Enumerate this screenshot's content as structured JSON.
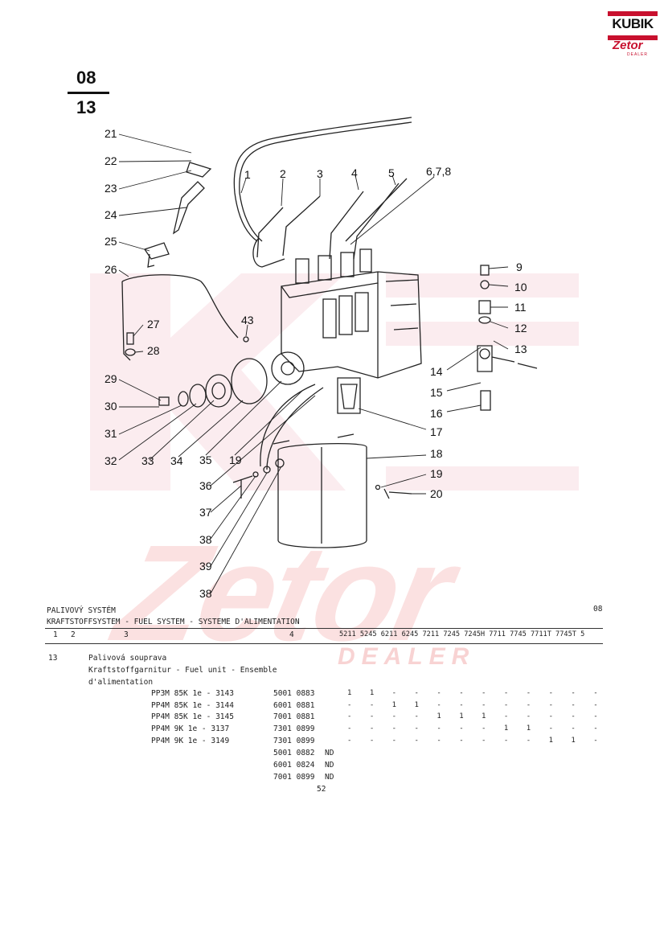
{
  "brand": {
    "name": "KUBIK",
    "sub": "Zetor",
    "tag": "DEALER",
    "color_primary": "#c8102e"
  },
  "section": {
    "top": "08",
    "bottom": "13"
  },
  "watermark": {
    "text": "Zetor",
    "sub": "DEALER",
    "color": "#f5c9c9"
  },
  "callouts": [
    "21",
    "22",
    "23",
    "24",
    "25",
    "26",
    "27",
    "28",
    "29",
    "30",
    "31",
    "32",
    "33",
    "34",
    "35",
    "19",
    "36",
    "37",
    "38",
    "39",
    "38",
    "43",
    "1",
    "2",
    "3",
    "4",
    "5",
    "6,7,8",
    "9",
    "10",
    "11",
    "12",
    "13",
    "14",
    "15",
    "16",
    "17",
    "18",
    "19",
    "20"
  ],
  "table": {
    "title_cz": "PALIVOVÝ SYSTÉM",
    "title_multi": "KRAFTSTOFFSYSTEM - FUEL SYSTEM - SYSTEME D'ALIMENTATION",
    "section_ref": "08",
    "col_1": "1",
    "col_2": "2",
    "col_3": "3",
    "col_4": "4",
    "col_models": "5211 5245 6211 6245 7211 7245 7245H 7711 7745 7711T 7745T 5",
    "item_no": "13",
    "desc_cz": "Palivová souprava",
    "desc_multi": "Kraftstoffgarnitur - Fuel unit - Ensemble",
    "desc_multi2": "d'alimentation",
    "rows": [
      {
        "type": "PP3M 85K 1e - 3143",
        "part": "5001 0883",
        "nd": "",
        "qty": "1    1    -    -    -    -    -    -    -    -    -    -"
      },
      {
        "type": "PP4M 85K 1e - 3144",
        "part": "6001 0881",
        "nd": "",
        "qty": "-    -    1    1    -    -    -    -    -    -    -    -"
      },
      {
        "type": "PP4M 85K 1e - 3145",
        "part": "7001 0881",
        "nd": "",
        "qty": "-    -    -    -    1    1    1    -    -    -    -    -"
      },
      {
        "type": "PP4M 9K 1e - 3137",
        "part": "7301 0899",
        "nd": "",
        "qty": "-    -    -    -    -    -    -    1    1    -    -    -"
      },
      {
        "type": "PP4M 9K 1e - 3149",
        "part": "7301 0899",
        "nd": "",
        "qty": "-    -    -    -    -    -    -    -    -    1    1    -"
      },
      {
        "type": "",
        "part": "5001 0882",
        "nd": "ND",
        "qty": ""
      },
      {
        "type": "",
        "part": "6001 0824",
        "nd": "ND",
        "qty": ""
      },
      {
        "type": "",
        "part": "7001 0899",
        "nd": "ND",
        "qty": ""
      }
    ],
    "page_number": "52"
  }
}
